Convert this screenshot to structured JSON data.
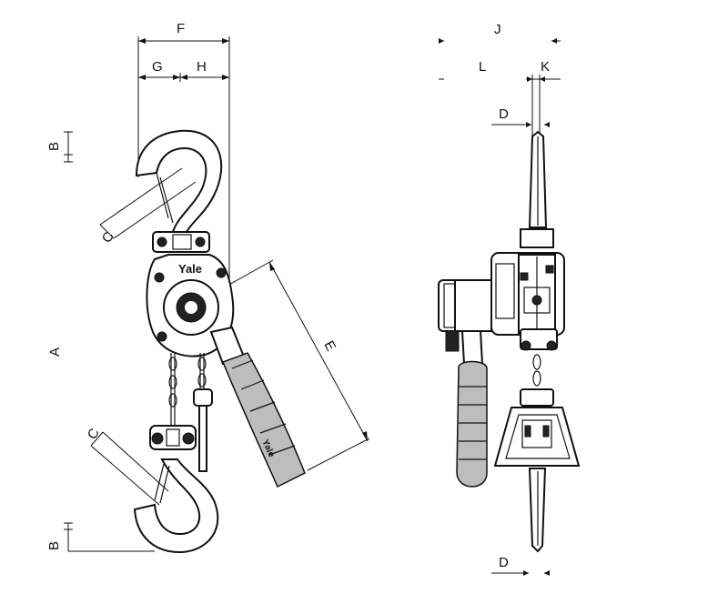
{
  "labels": {
    "F": "F",
    "G": "G",
    "H": "H",
    "B_top": "B",
    "B_bottom": "B",
    "C_top": "C",
    "C_bottom": "C",
    "A": "A",
    "E": "E",
    "J": "J",
    "L": "L",
    "K": "K",
    "D_top": "D",
    "D_bottom": "D"
  },
  "brand": "Yale",
  "handle_text": "Yale"
}
